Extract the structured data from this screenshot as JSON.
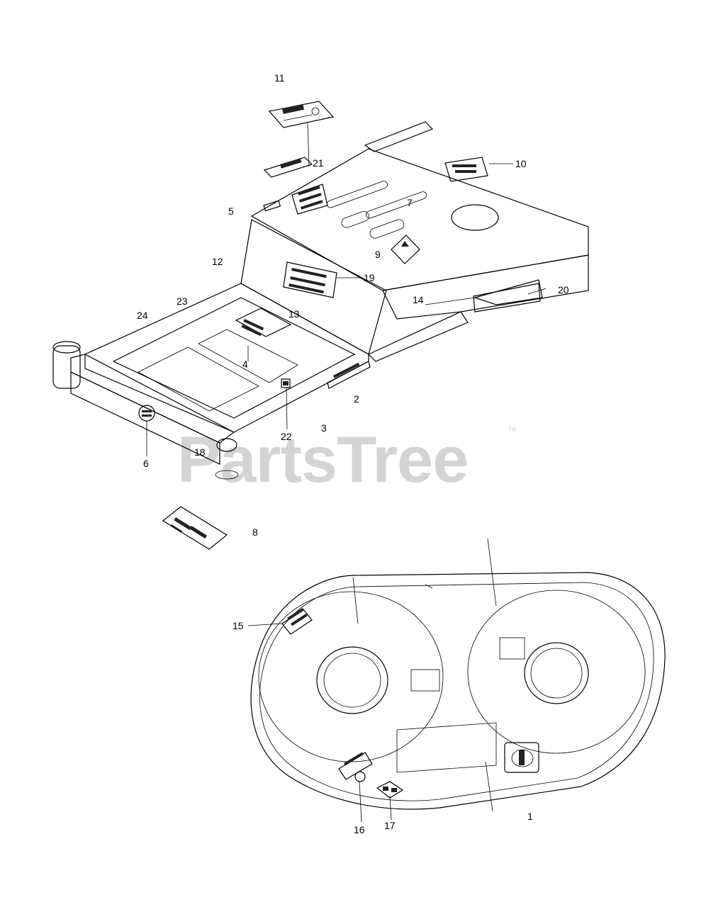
{
  "watermark": {
    "text": "PartsTree",
    "trademark": "™"
  },
  "callouts": [
    {
      "id": "11",
      "text": "11"
    },
    {
      "id": "21",
      "text": "21"
    },
    {
      "id": "10",
      "text": "10"
    },
    {
      "id": "5",
      "text": "5"
    },
    {
      "id": "7",
      "text": "7"
    },
    {
      "id": "12",
      "text": "12"
    },
    {
      "id": "9",
      "text": "9"
    },
    {
      "id": "19",
      "text": "19"
    },
    {
      "id": "20",
      "text": "20"
    },
    {
      "id": "23",
      "text": "23"
    },
    {
      "id": "24",
      "text": "24"
    },
    {
      "id": "14",
      "text": "14"
    },
    {
      "id": "13",
      "text": "13"
    },
    {
      "id": "4",
      "text": "4"
    },
    {
      "id": "2",
      "text": "2"
    },
    {
      "id": "22",
      "text": "22"
    },
    {
      "id": "3",
      "text": "3"
    },
    {
      "id": "18",
      "text": "18"
    },
    {
      "id": "6",
      "text": "6"
    },
    {
      "id": "8",
      "text": "8"
    },
    {
      "id": "15",
      "text": "15"
    },
    {
      "id": "16",
      "text": "16"
    },
    {
      "id": "17",
      "text": "17"
    },
    {
      "id": "1",
      "text": "1"
    }
  ]
}
